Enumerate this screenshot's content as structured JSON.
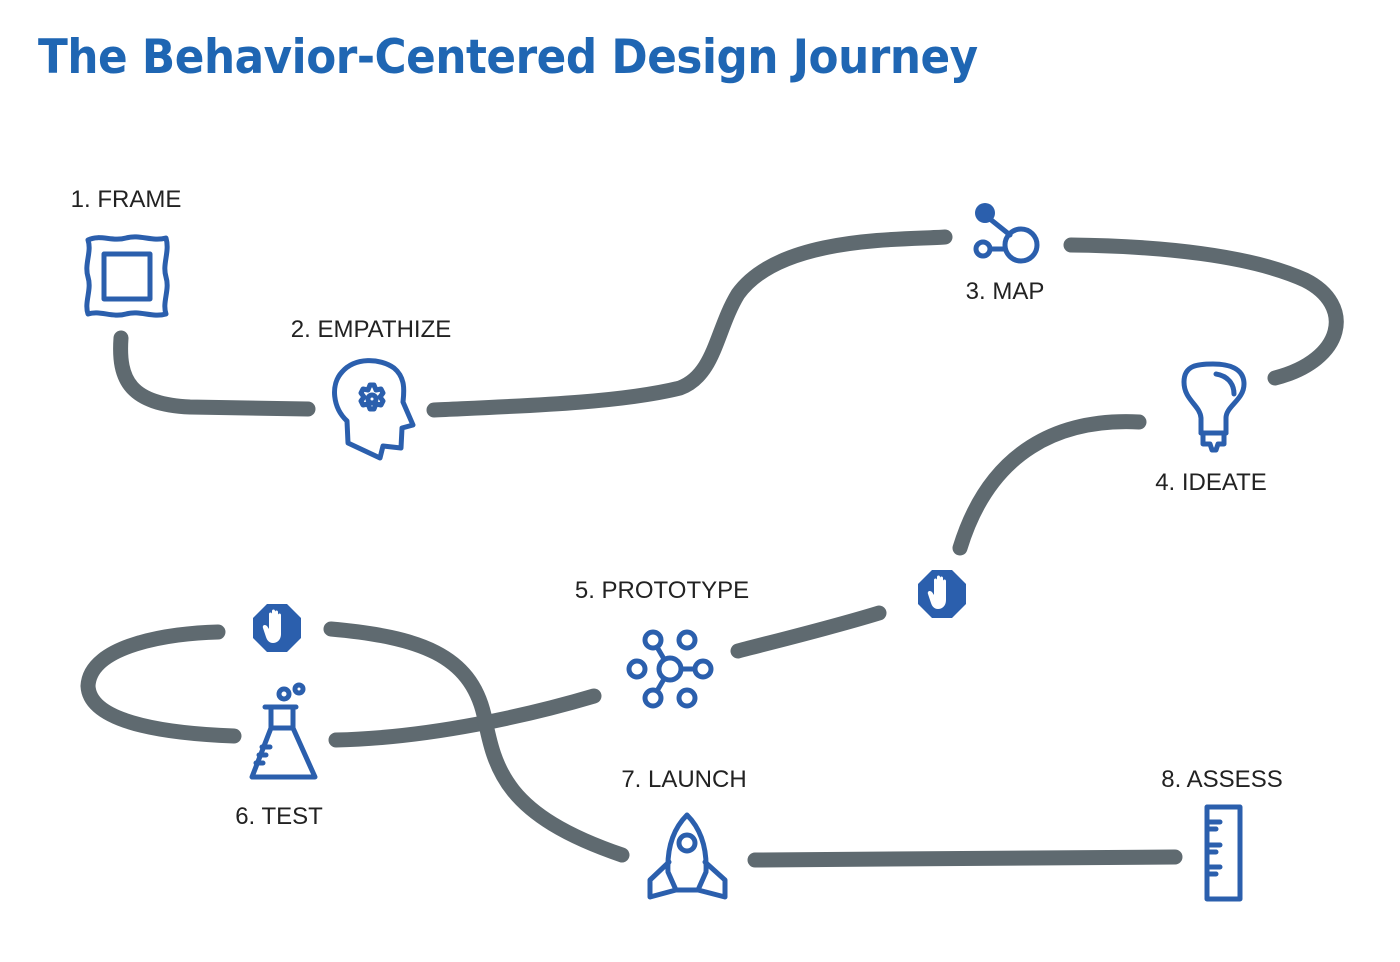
{
  "title": "The Behavior-Centered Design Journey",
  "colors": {
    "title": "#1f66b3",
    "icon": "#2b5fad",
    "path": "#5f6a70",
    "label": "#222222"
  },
  "steps": [
    {
      "number": 1,
      "label": "1. FRAME",
      "icon": "frame-icon"
    },
    {
      "number": 2,
      "label": "2. EMPATHIZE",
      "icon": "head-gear-icon"
    },
    {
      "number": 3,
      "label": "3. MAP",
      "icon": "node-map-icon"
    },
    {
      "number": 4,
      "label": "4. IDEATE",
      "icon": "lightbulb-icon"
    },
    {
      "number": 5,
      "label": "5. PROTOTYPE",
      "icon": "network-hub-icon"
    },
    {
      "number": 6,
      "label": "6. TEST",
      "icon": "flask-icon"
    },
    {
      "number": 7,
      "label": "7. LAUNCH",
      "icon": "rocket-icon"
    },
    {
      "number": 8,
      "label": "8. ASSESS",
      "icon": "ruler-icon"
    }
  ],
  "stop_markers": [
    {
      "icon": "stop-hand-icon",
      "between": "4. IDEATE / 5. PROTOTYPE"
    },
    {
      "icon": "stop-hand-icon",
      "between": "6. TEST / 7. LAUNCH"
    }
  ]
}
